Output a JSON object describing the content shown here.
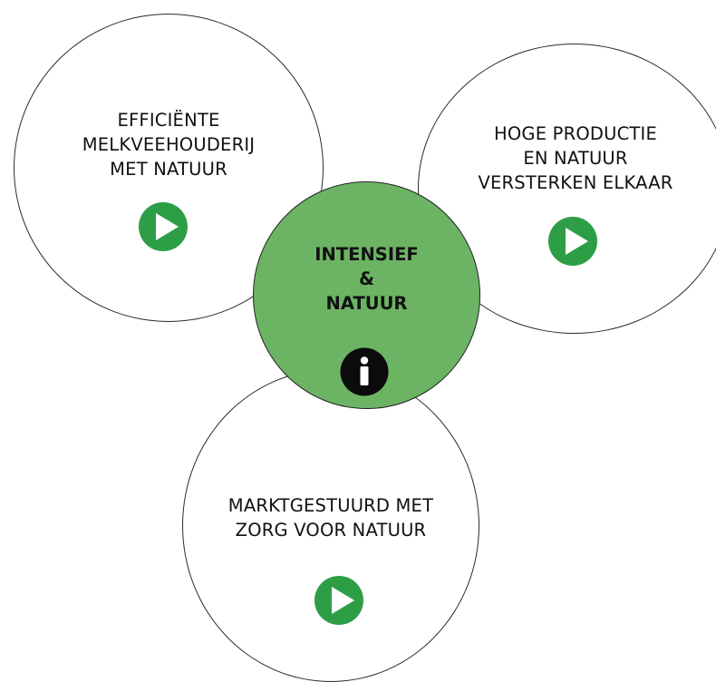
{
  "diagram": {
    "center": {
      "title": "INTENSIEF\n&\nNATUUR",
      "color": "#6cb464",
      "info_icon": "info-icon"
    },
    "scenarios": [
      {
        "label": "EFFICIËNTE\nMELKVEEHOUDERIJ\nMET NATUUR",
        "icon": "play-icon"
      },
      {
        "label": "HOGE PRODUCTIE\nEN NATUUR\nVERSTERKEN ELKAAR",
        "icon": "play-icon"
      },
      {
        "label": "MARKTGESTUURD MET\nZORG VOOR NATUUR",
        "icon": "play-icon"
      }
    ],
    "play_color": "#2e9e46"
  }
}
